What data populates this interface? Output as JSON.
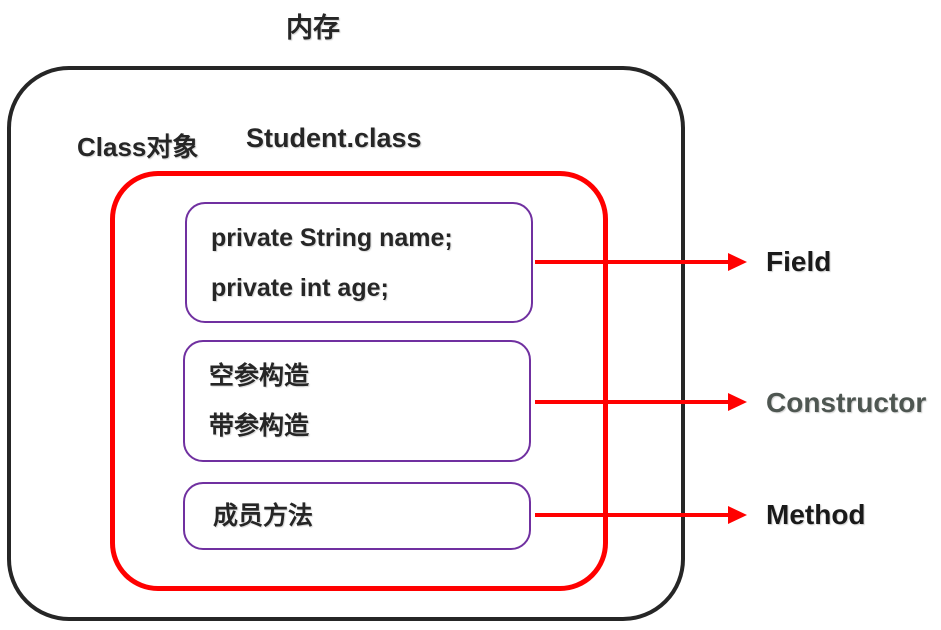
{
  "diagram": {
    "title": "内存",
    "class_object_label": "Class对象",
    "class_file_label": "Student.class",
    "boxes": {
      "fields": {
        "lines": [
          "private String name;",
          "private int age;"
        ]
      },
      "constructors": {
        "lines": [
          "空参构造",
          "带参构造"
        ]
      },
      "methods": {
        "lines": [
          "成员方法"
        ]
      }
    },
    "annotations": {
      "field": {
        "label": "Field",
        "color": "#1a1a1a"
      },
      "constructor": {
        "label": "Constructor",
        "color": "#4e5651"
      },
      "method": {
        "label": "Method",
        "color": "#1a1a1a"
      }
    },
    "colors": {
      "outer_border": "#262626",
      "inner_border": "#ff0000",
      "member_box_border": "#7030a0",
      "arrow": "#ff0000",
      "text": "#262626"
    }
  }
}
